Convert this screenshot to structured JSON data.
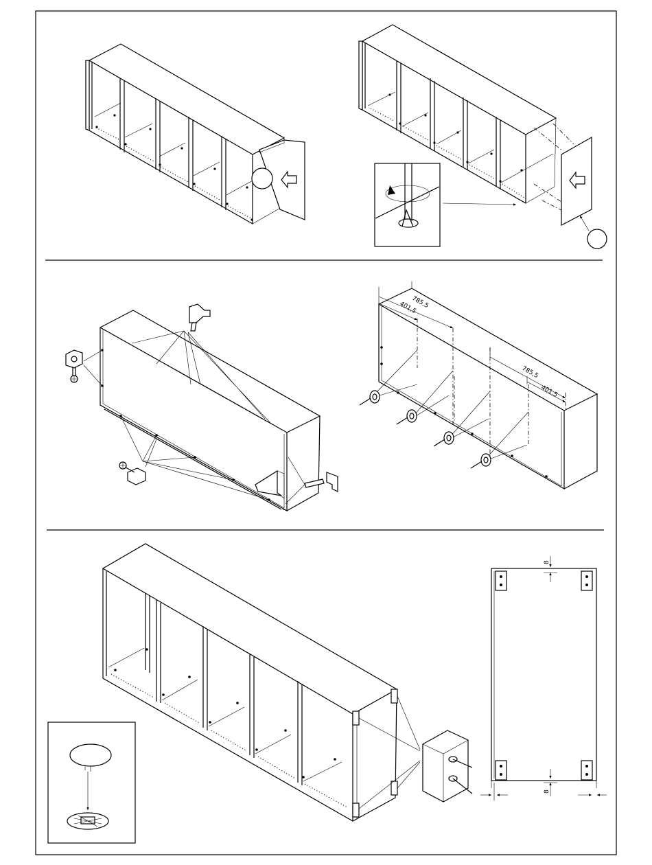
{
  "diagram": {
    "dimensions": {
      "d_top_outer": "785,5",
      "d_top_inner": "401,5",
      "d_right_outer": "785,5",
      "d_right_inner": "401,5",
      "gap_top": "8",
      "gap_bottom": "8"
    }
  }
}
